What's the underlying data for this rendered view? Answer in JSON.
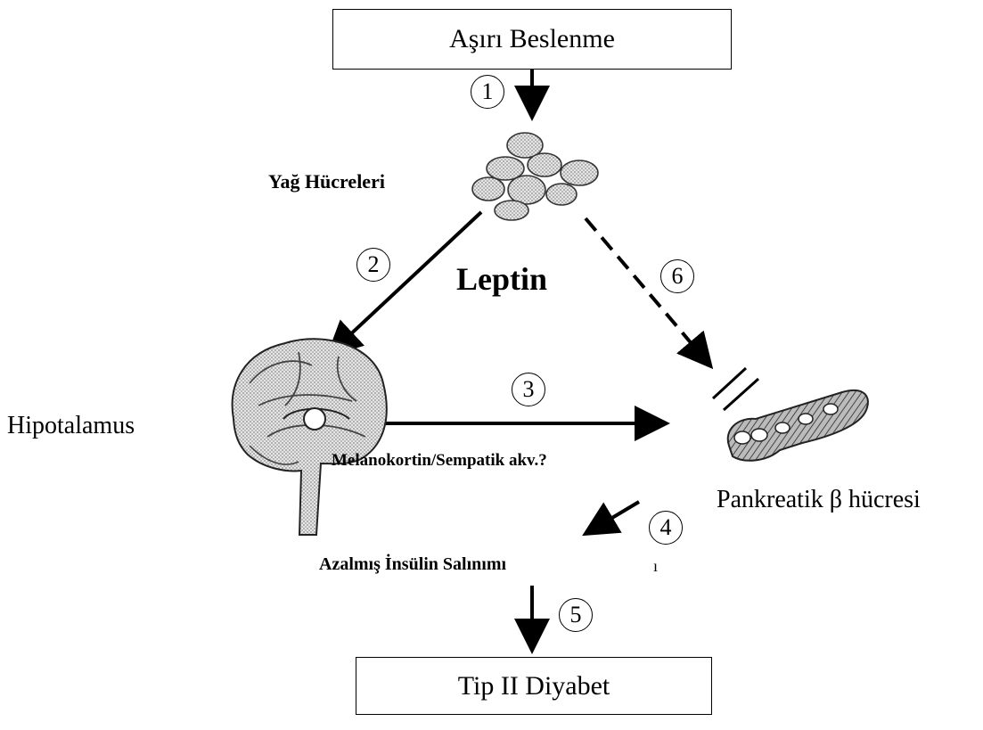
{
  "nodes": {
    "overfeeding": "Aşırı Beslenme",
    "diabetes": "Tip II Diyabet",
    "fat_cells": "Yağ Hücreleri",
    "leptin": "Leptin",
    "hypothalamus": "Hipotalamus",
    "melanocortin": "Melanokortin/Sempatik akv.?",
    "pancreas": "Pankreatik β hücresi",
    "reduced_insulin": "Azalmış İnsülin Salınımı"
  },
  "steps": [
    "1",
    "2",
    "3",
    "4",
    "5",
    "6"
  ],
  "stray_mark": "ı"
}
